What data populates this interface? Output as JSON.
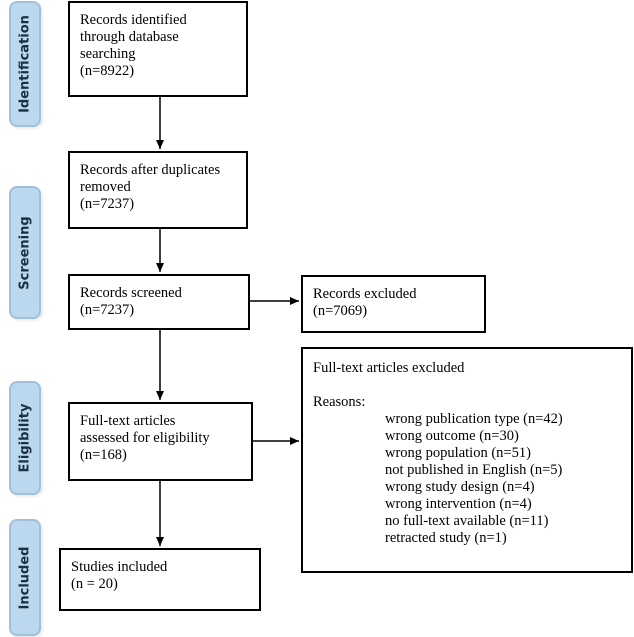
{
  "phases": [
    {
      "label": "Identification"
    },
    {
      "label": "Screening"
    },
    {
      "label": "Eligibility"
    },
    {
      "label": "Included"
    }
  ],
  "boxes": {
    "identified": {
      "lines": [
        "Records identified",
        "through database",
        "searching",
        "(n=8922)"
      ]
    },
    "duplicates_removed": {
      "lines": [
        "Records after duplicates",
        "removed",
        "(n=7237)"
      ]
    },
    "screened": {
      "lines": [
        "Records screened",
        "(n=7237)"
      ]
    },
    "excluded": {
      "lines": [
        "Records excluded",
        "(n=7069)"
      ]
    },
    "fulltext_assessed": {
      "lines": [
        "Full-text articles",
        "assessed for eligibility",
        "(n=168)"
      ]
    },
    "fulltext_excluded": {
      "title": "Full-text articles excluded",
      "reasons_label": "Reasons:",
      "reasons": [
        "wrong publication type (n=42)",
        "wrong outcome (n=30)",
        "wrong population (n=51)",
        "not published in English (n=5)",
        "wrong study design (n=4)",
        "wrong intervention (n=4)",
        "no full-text available (n=11)",
        "retracted study (n=1)"
      ]
    },
    "included": {
      "lines": [
        "Studies included",
        "(n = 20)"
      ]
    }
  },
  "colors": {
    "phase_fill": "#bcd8ee",
    "phase_border": "#9fbfdb",
    "box_border": "#000000"
  }
}
